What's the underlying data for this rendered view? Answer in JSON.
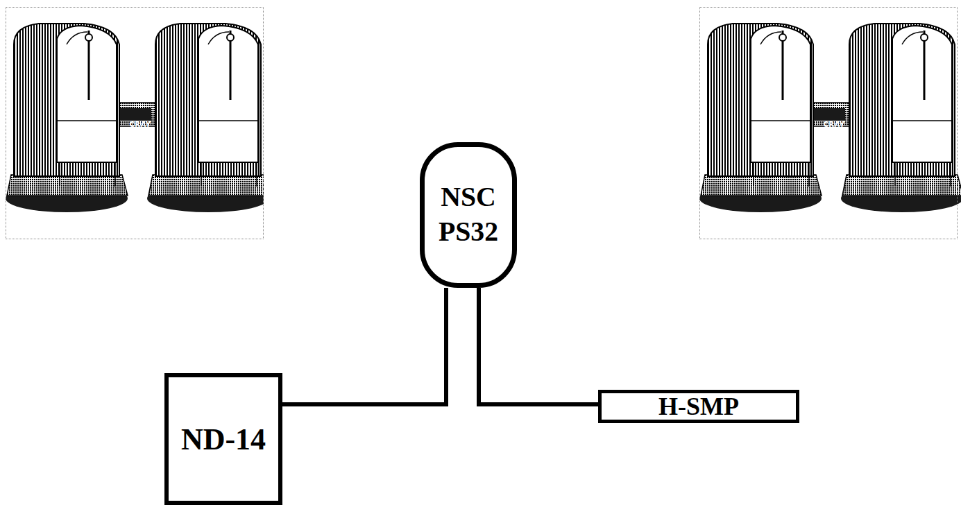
{
  "diagram": {
    "nodes": [
      {
        "text": [
          "CRAY"
        ]
      },
      {
        "text": [
          "NSC PS32"
        ]
      },
      {
        "text": [
          "CRAY"
        ]
      },
      {
        "text": [
          "ND-14"
        ]
      },
      {
        "text": [
          "H-SMP"
        ]
      }
    ],
    "edges": [
      {
        "from": 0,
        "to": 1,
        "arrow": "none"
      },
      {
        "from": 1,
        "to": 2,
        "arrow": "none"
      },
      {
        "from": 1,
        "to": 3,
        "arrow": "none"
      },
      {
        "from": 1,
        "to": 4,
        "arrow": "none"
      }
    ]
  }
}
